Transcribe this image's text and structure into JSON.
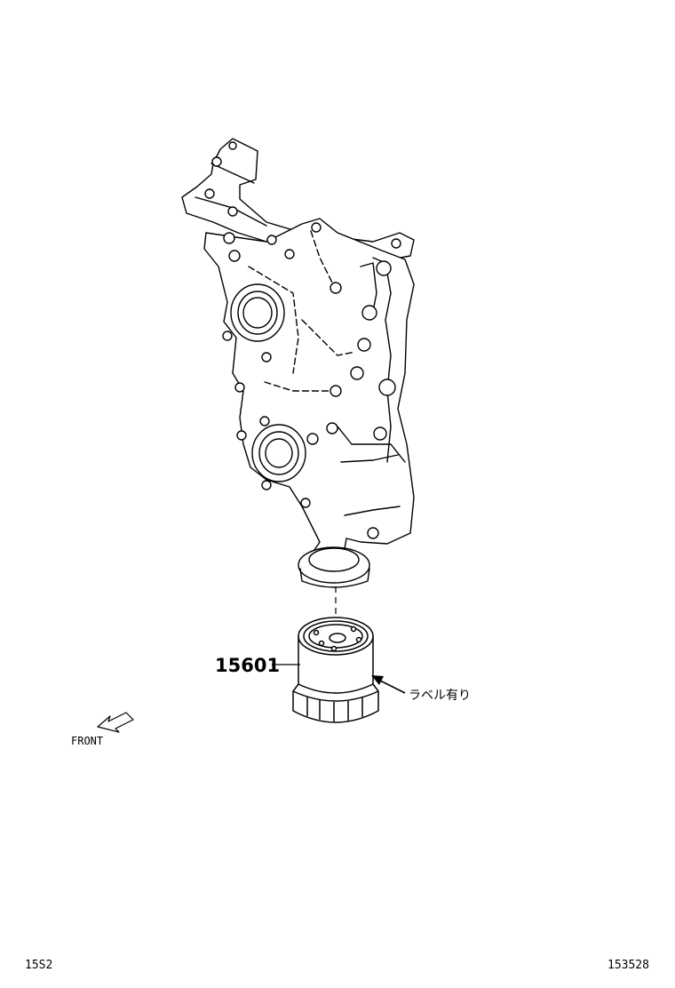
{
  "part": {
    "number": "15601",
    "note": "ラベル有り"
  },
  "direction": {
    "label": "FRONT"
  },
  "footer": {
    "left_code": "15S2",
    "right_code": "153528"
  }
}
